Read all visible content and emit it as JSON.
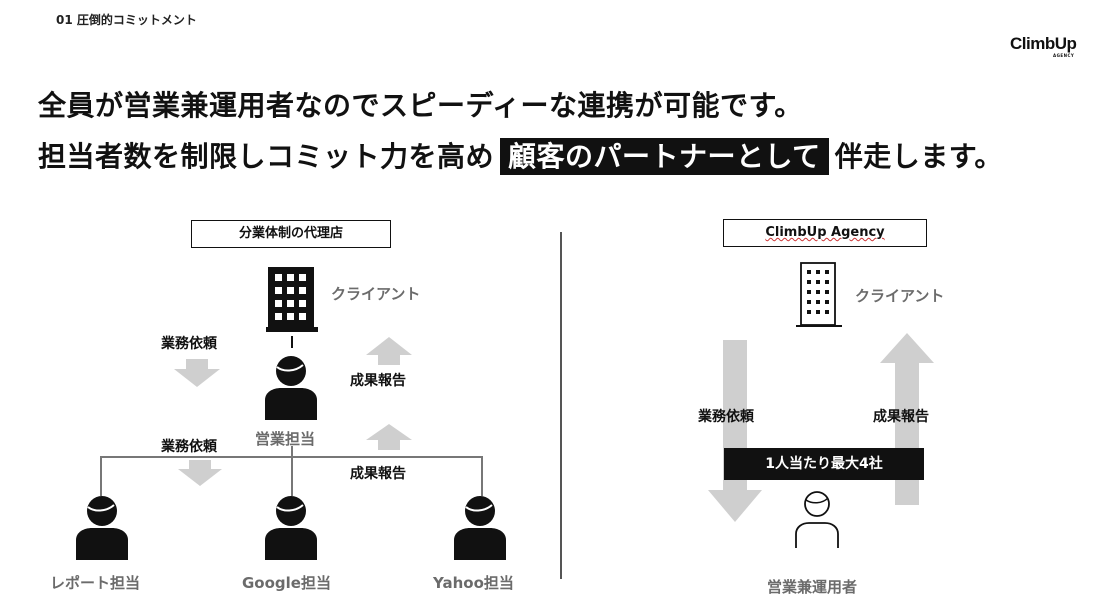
{
  "header": {
    "section_label": "01 圧倒的コミットメント",
    "logo_text": "ClimbUp",
    "logo_sub": "AGENCY"
  },
  "headline": {
    "line1": "全員が営業兼運用者なのでスピーディーな連携が可能です。",
    "line2_pre": "担当者数を制限しコミット力を高め",
    "line2_highlight": "顧客のパートナーとして",
    "line2_post": "伴走します。"
  },
  "left_diagram": {
    "title": "分業体制の代理店",
    "client_label": "クライアント",
    "request_label_1": "業務依頼",
    "report_label_1": "成果報告",
    "sales_label": "営業担当",
    "request_label_2": "業務依頼",
    "report_label_2": "成果報告",
    "staff": [
      {
        "label": "レポート担当"
      },
      {
        "label": "Google担当"
      },
      {
        "label": "Yahoo担当"
      }
    ]
  },
  "right_diagram": {
    "title": "ClimbUp Agency",
    "client_label": "クライアント",
    "request_label": "業務依頼",
    "report_label": "成果報告",
    "capacity_badge": "1人当たり最大4社",
    "operator_label": "営業兼運用者"
  },
  "colors": {
    "text": "#111111",
    "muted_text": "#6b6b6b",
    "arrow": "#cfcfcf",
    "highlight_bg": "#111111",
    "highlight_text": "#ffffff"
  },
  "icons": [
    "building-icon",
    "person-icon",
    "person-outline-icon",
    "arrow-down-icon",
    "arrow-up-icon"
  ]
}
